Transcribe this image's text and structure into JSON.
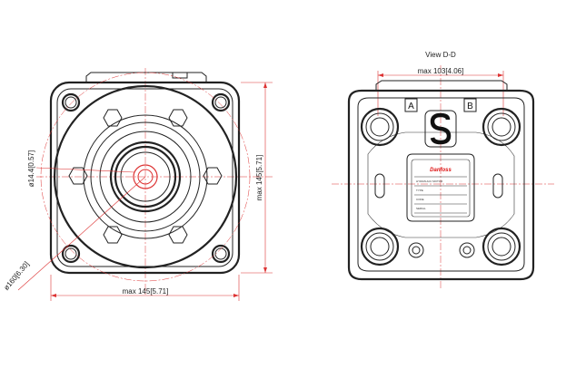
{
  "left_view": {
    "dim_shaft_dia": "ø14.4[0.57]",
    "dim_bolt_circle": "ø160[6.30]",
    "dim_height": "max 145[5.71]",
    "dim_width": "max 145[5.71]"
  },
  "right_view": {
    "view_title": "View D-D",
    "dim_port_spacing": "max 103[4.06]",
    "port_a": "A",
    "port_b": "B",
    "brand_name": "Danfoss",
    "plate_line_1": "HYDRAULIC MOTOR",
    "plate_line_2": "TYPE",
    "plate_line_3": "CODE",
    "plate_line_4": "SERIAL"
  },
  "colors": {
    "outline": "#222222",
    "dimension": "#dd3333",
    "brand": "#dd1111"
  }
}
